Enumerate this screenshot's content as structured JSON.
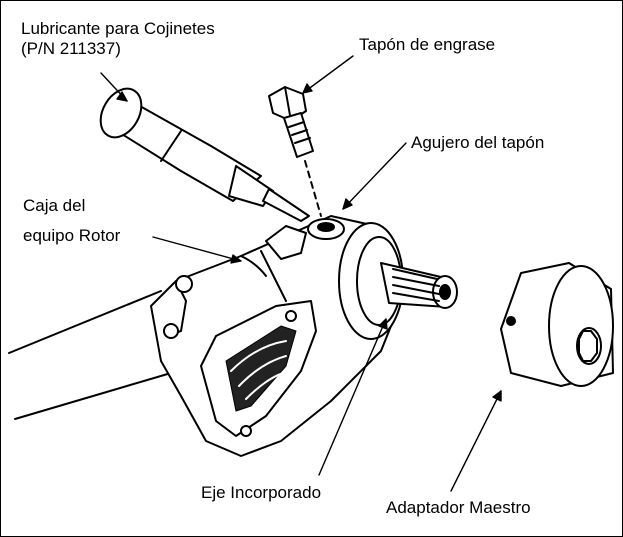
{
  "labels": {
    "lubricant_line1": "Lubricante para Cojinetes",
    "lubricant_line2": "(P/N 211337)",
    "grease_plug": "Tapón de engrase",
    "plug_hole": "Agujero del tapón",
    "housing_line1": "Caja del",
    "housing_line2": "equipo Rotor",
    "built_in_shaft": "Eje Incorporado",
    "master_adapter": "Adaptador Maestro"
  }
}
